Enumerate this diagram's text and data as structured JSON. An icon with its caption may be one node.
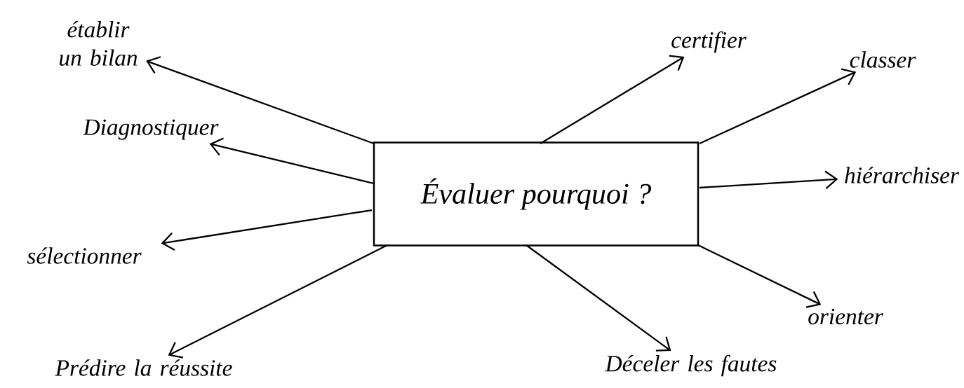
{
  "diagram": {
    "nodes": [
      {
        "text": [
          "Évaluer pourquoi ?"
        ]
      },
      {
        "text": [
          "établir un bilan"
        ]
      },
      {
        "text": [
          "Diagnostiquer"
        ]
      },
      {
        "text": [
          "sélectionner"
        ]
      },
      {
        "text": [
          "Prédire la réussite"
        ]
      },
      {
        "text": [
          "certifier"
        ]
      },
      {
        "text": [
          "classer"
        ]
      },
      {
        "text": [
          "hiérarchiser"
        ]
      },
      {
        "text": [
          "Déceler les fautes"
        ]
      },
      {
        "text": [
          "orienter"
        ]
      }
    ],
    "edges": [
      {
        "from": 0,
        "to": 1,
        "arrow": "to"
      },
      {
        "from": 0,
        "to": 2,
        "arrow": "to"
      },
      {
        "from": 0,
        "to": 3,
        "arrow": "to"
      },
      {
        "from": 0,
        "to": 4,
        "arrow": "to"
      },
      {
        "from": 0,
        "to": 5,
        "arrow": "to"
      },
      {
        "from": 0,
        "to": 6,
        "arrow": "to"
      },
      {
        "from": 0,
        "to": 7,
        "arrow": "to"
      },
      {
        "from": 0,
        "to": 8,
        "arrow": "to"
      },
      {
        "from": 0,
        "to": 9,
        "arrow": "to"
      }
    ]
  }
}
